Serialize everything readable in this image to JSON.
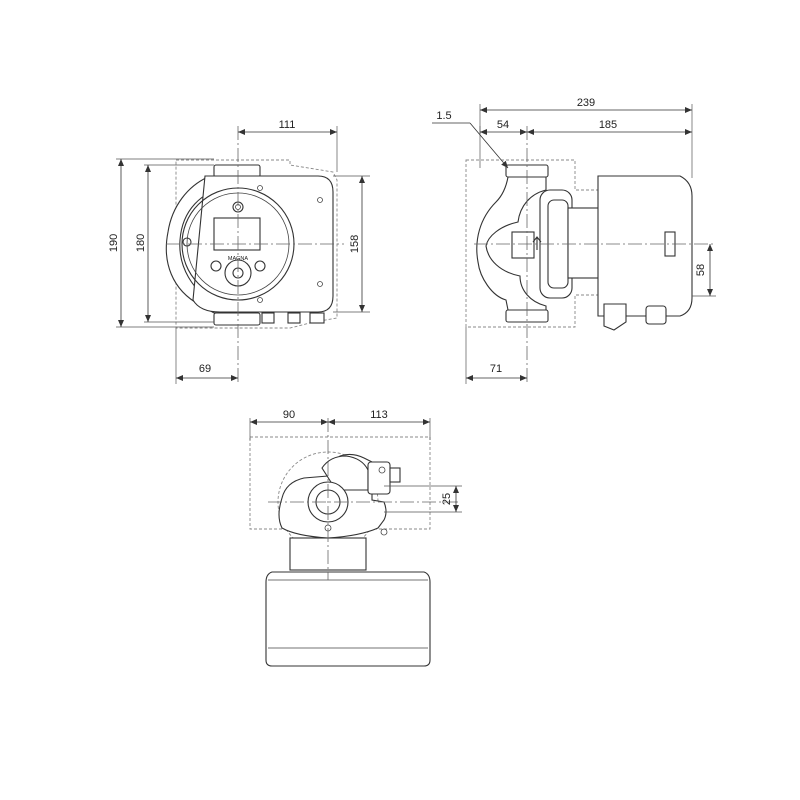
{
  "views": {
    "front": {
      "dim_width_right": "111",
      "dim_height_total": "190",
      "dim_height_inner": "180",
      "dim_height_flange": "158",
      "dim_offset_left": "69",
      "brand_label": "MAGNA"
    },
    "side": {
      "dim_total_length": "239",
      "dim_flange_gap": "1.5",
      "dim_port_width": "54",
      "dim_motor_length": "185",
      "dim_axis_height": "58",
      "dim_base_offset": "71"
    },
    "top": {
      "dim_left": "90",
      "dim_right": "113",
      "dim_offset": "25"
    }
  },
  "colors": {
    "line": "#333333",
    "envelope": "#888888",
    "background": "#ffffff"
  }
}
